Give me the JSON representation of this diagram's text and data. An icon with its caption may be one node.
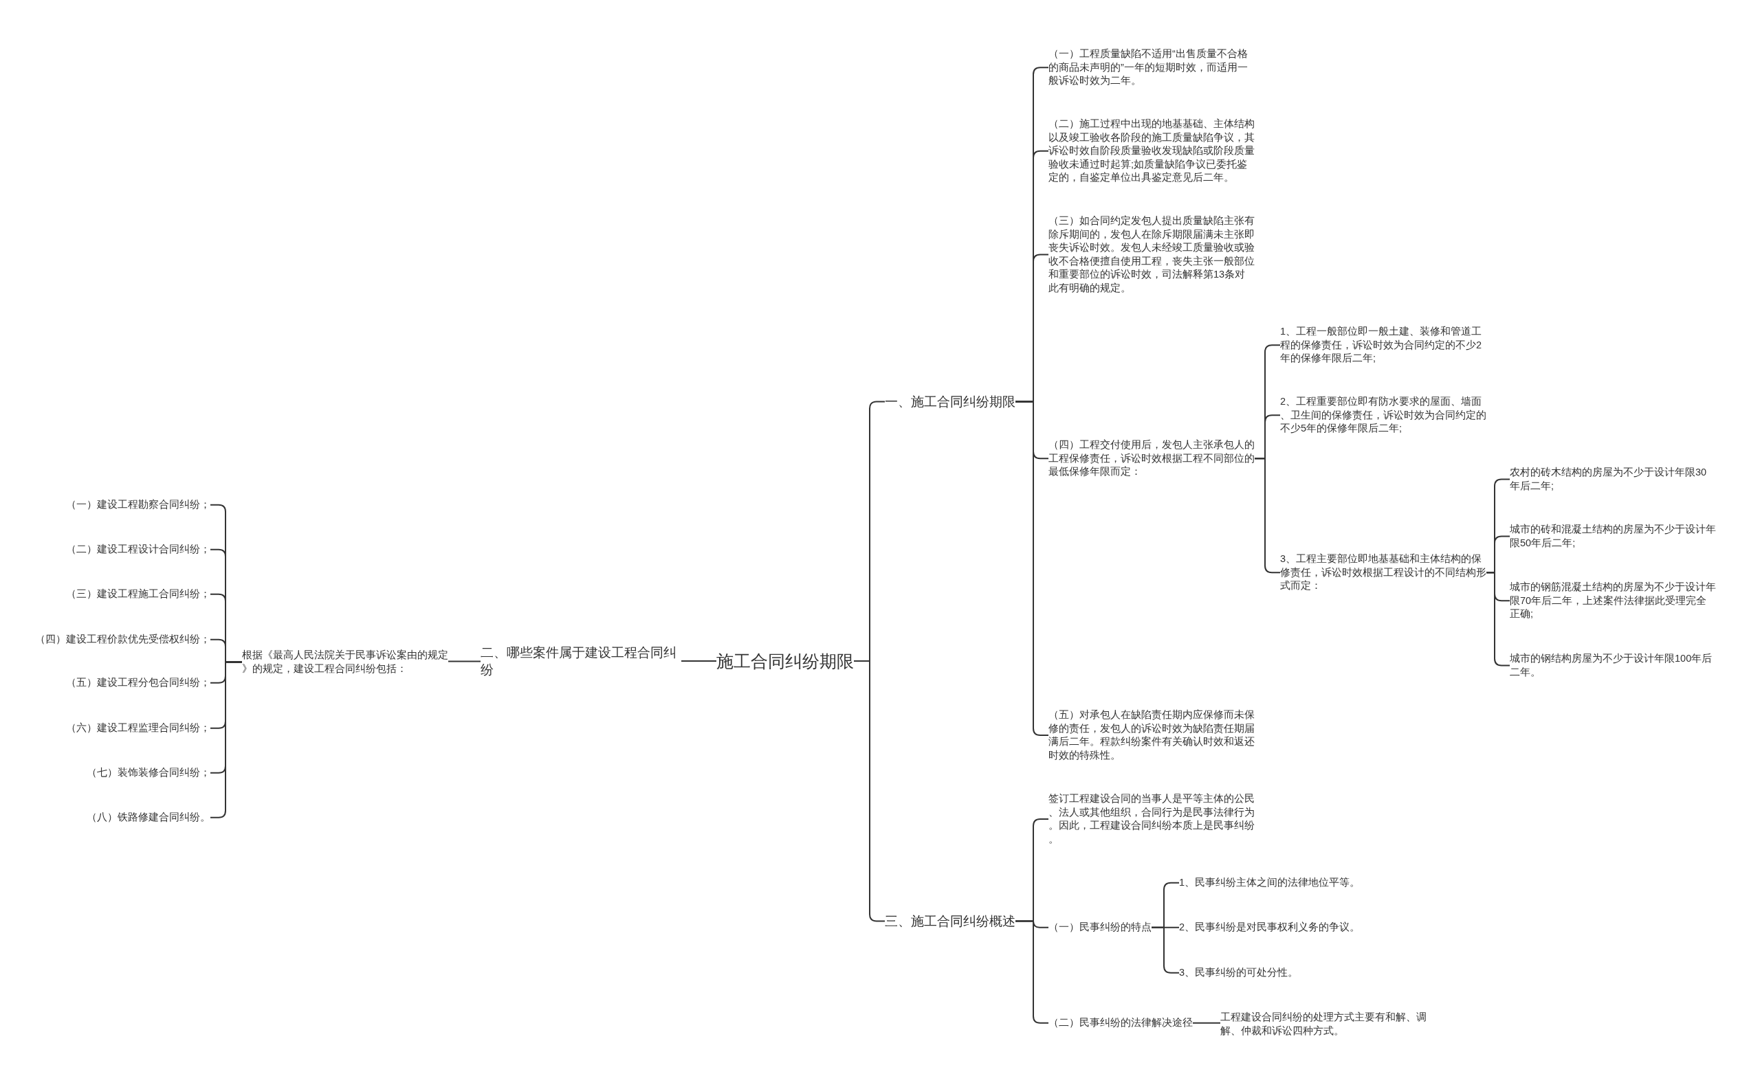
{
  "diagram": {
    "nodes": [
      {
        "text": [
          "施工合同纠纷期限"
        ]
      },
      {
        "text": [
          "一、施工合同纠纷期限"
        ]
      },
      {
        "text": [
          "（一）工程质量缺陷不适用“出售质量不合格的商品未声明的”一年的短期时效，而适用一般诉讼时效为二年。"
        ]
      },
      {
        "text": [
          "（二）施工过程中出现的地基基础、主体结构以及竣工验收各阶段的施工质量缺陷争议，其诉讼时效自阶段质量验收发现缺陷或阶段质量验收未通过时起算;如质量缺陷争议已委托鉴定的，自鉴定单位出具鉴定意见后二年。"
        ]
      },
      {
        "text": [
          "（三）如合同约定发包人提出质量缺陷主张有除斥期间的，发包人在除斥期限届满未主张即丧失诉讼时效。发包人未经竣工质量验收或验收不合格便擅自使用工程，丧失主张一般部位和重要部位的诉讼时效，司法解释第13条对此有明确的规定。"
        ]
      },
      {
        "text": [
          "（四）工程交付使用后，发包人主张承包人的工程保修责任，诉讼时效根据工程不同部位的最低保修年限而定："
        ]
      },
      {
        "text": [
          "1、工程一般部位即一般土建、装修和管道工程的保修责任，诉讼时效为合同约定的不少2年的保修年限后二年;"
        ]
      },
      {
        "text": [
          "2、工程重要部位即有防水要求的屋面、墙面、卫生间的保修责任，诉讼时效为合同约定的不少5年的保修年限后二年;"
        ]
      },
      {
        "text": [
          "3、工程主要部位即地基基础和主体结构的保修责任，诉讼时效根据工程设计的不同结构形式而定："
        ]
      },
      {
        "text": [
          "农村的砖木结构的房屋为不少于设计年限30年后二年;"
        ]
      },
      {
        "text": [
          "城市的砖和混凝土结构的房屋为不少于设计年限50年后二年;"
        ]
      },
      {
        "text": [
          "城市的钢筋混凝土结构的房屋为不少于设计年限70年后二年，上述案件法律据此受理完全正确;"
        ]
      },
      {
        "text": [
          "城市的钢结构房屋为不少于设计年限100年后二年。"
        ]
      },
      {
        "text": [
          "（五）对承包人在缺陷责任期内应保修而未保修的责任，发包人的诉讼时效为缺陷责任期届满后二年。程款纠纷案件有关确认时效和返还时效的特殊性。"
        ]
      },
      {
        "text": [
          "三、施工合同纠纷概述"
        ]
      },
      {
        "text": [
          "签订工程建设合同的当事人是平等主体的公民、法人或其他组织，合同行为是民事法律行为。因此，工程建设合同纠纷本质上是民事纠纷。"
        ]
      },
      {
        "text": [
          "（一）民事纠纷的特点"
        ]
      },
      {
        "text": [
          "1、民事纠纷主体之间的法律地位平等。"
        ]
      },
      {
        "text": [
          "2、民事纠纷是对民事权利义务的争议。"
        ]
      },
      {
        "text": [
          "3、民事纠纷的可处分性。"
        ]
      },
      {
        "text": [
          "（二）民事纠纷的法律解决途径"
        ]
      },
      {
        "text": [
          "工程建设合同纠纷的处理方式主要有和解、调解、仲裁和诉讼四种方式。"
        ]
      },
      {
        "text": [
          "二、哪些案件属于建设工程合同纠纷"
        ]
      },
      {
        "text": [
          "根据《最高人民法院关于民事诉讼案由的规定》的规定，建设工程合同纠纷包括："
        ]
      },
      {
        "text": [
          "（一）建设工程勘察合同纠纷；"
        ]
      },
      {
        "text": [
          "（二）建设工程设计合同纠纷；"
        ]
      },
      {
        "text": [
          "（三）建设工程施工合同纠纷；"
        ]
      },
      {
        "text": [
          "（四）建设工程价款优先受偿权纠纷；"
        ]
      },
      {
        "text": [
          "（五）建设工程分包合同纠纷；"
        ]
      },
      {
        "text": [
          "（六）建设工程监理合同纠纷；"
        ]
      },
      {
        "text": [
          "（七）装饰装修合同纠纷；"
        ]
      },
      {
        "text": [
          "（八）铁路修建合同纠纷。"
        ]
      }
    ],
    "edges": [
      {
        "from": 0,
        "to": 1,
        "arrow": "none"
      },
      {
        "from": 1,
        "to": 2,
        "arrow": "none"
      },
      {
        "from": 1,
        "to": 3,
        "arrow": "none"
      },
      {
        "from": 1,
        "to": 4,
        "arrow": "none"
      },
      {
        "from": 1,
        "to": 5,
        "arrow": "none"
      },
      {
        "from": 5,
        "to": 6,
        "arrow": "none"
      },
      {
        "from": 5,
        "to": 7,
        "arrow": "none"
      },
      {
        "from": 5,
        "to": 8,
        "arrow": "none"
      },
      {
        "from": 8,
        "to": 9,
        "arrow": "none"
      },
      {
        "from": 8,
        "to": 10,
        "arrow": "none"
      },
      {
        "from": 8,
        "to": 11,
        "arrow": "none"
      },
      {
        "from": 8,
        "to": 12,
        "arrow": "none"
      },
      {
        "from": 1,
        "to": 13,
        "arrow": "none"
      },
      {
        "from": 0,
        "to": 14,
        "arrow": "none"
      },
      {
        "from": 14,
        "to": 15,
        "arrow": "none"
      },
      {
        "from": 14,
        "to": 16,
        "arrow": "none"
      },
      {
        "from": 16,
        "to": 17,
        "arrow": "none"
      },
      {
        "from": 16,
        "to": 18,
        "arrow": "none"
      },
      {
        "from": 16,
        "to": 19,
        "arrow": "none"
      },
      {
        "from": 14,
        "to": 20,
        "arrow": "none"
      },
      {
        "from": 20,
        "to": 21,
        "arrow": "none"
      },
      {
        "from": 0,
        "to": 22,
        "arrow": "none"
      },
      {
        "from": 22,
        "to": 23,
        "arrow": "none"
      },
      {
        "from": 23,
        "to": 24,
        "arrow": "none"
      },
      {
        "from": 23,
        "to": 25,
        "arrow": "none"
      },
      {
        "from": 23,
        "to": 26,
        "arrow": "none"
      },
      {
        "from": 23,
        "to": 27,
        "arrow": "none"
      },
      {
        "from": 23,
        "to": 28,
        "arrow": "none"
      },
      {
        "from": 23,
        "to": 29,
        "arrow": "none"
      },
      {
        "from": 23,
        "to": 30,
        "arrow": "none"
      },
      {
        "from": 23,
        "to": 31,
        "arrow": "none"
      }
    ]
  }
}
